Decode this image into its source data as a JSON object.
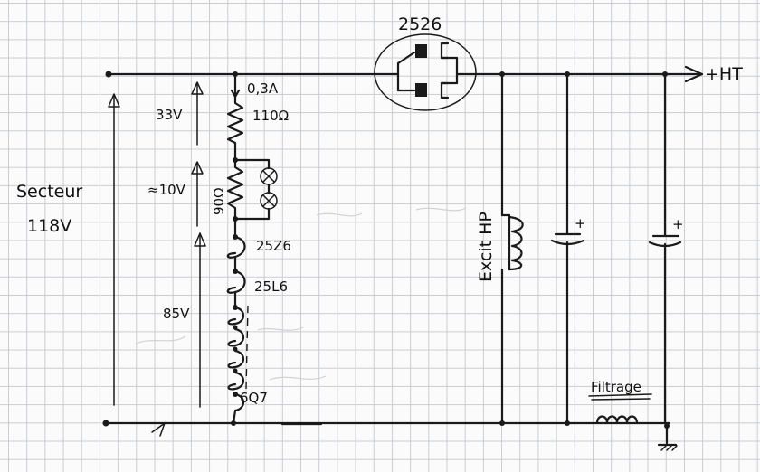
{
  "labels": {
    "rectifier": "2526",
    "ht": "+HT",
    "current": "0,3A",
    "r1": "110Ω",
    "r2": "90Ω",
    "drop_top": "33V",
    "drop_mid": "≈10V",
    "drop_bot": "85V",
    "mains_word": "Secteur",
    "mains_voltage": "118V",
    "tube1": "25Z6",
    "tube2": "25L6",
    "tube3": "6Q7",
    "excit": "Excit HP",
    "filtrage": "Filtrage",
    "plus1": "+",
    "plus2": "+"
  }
}
